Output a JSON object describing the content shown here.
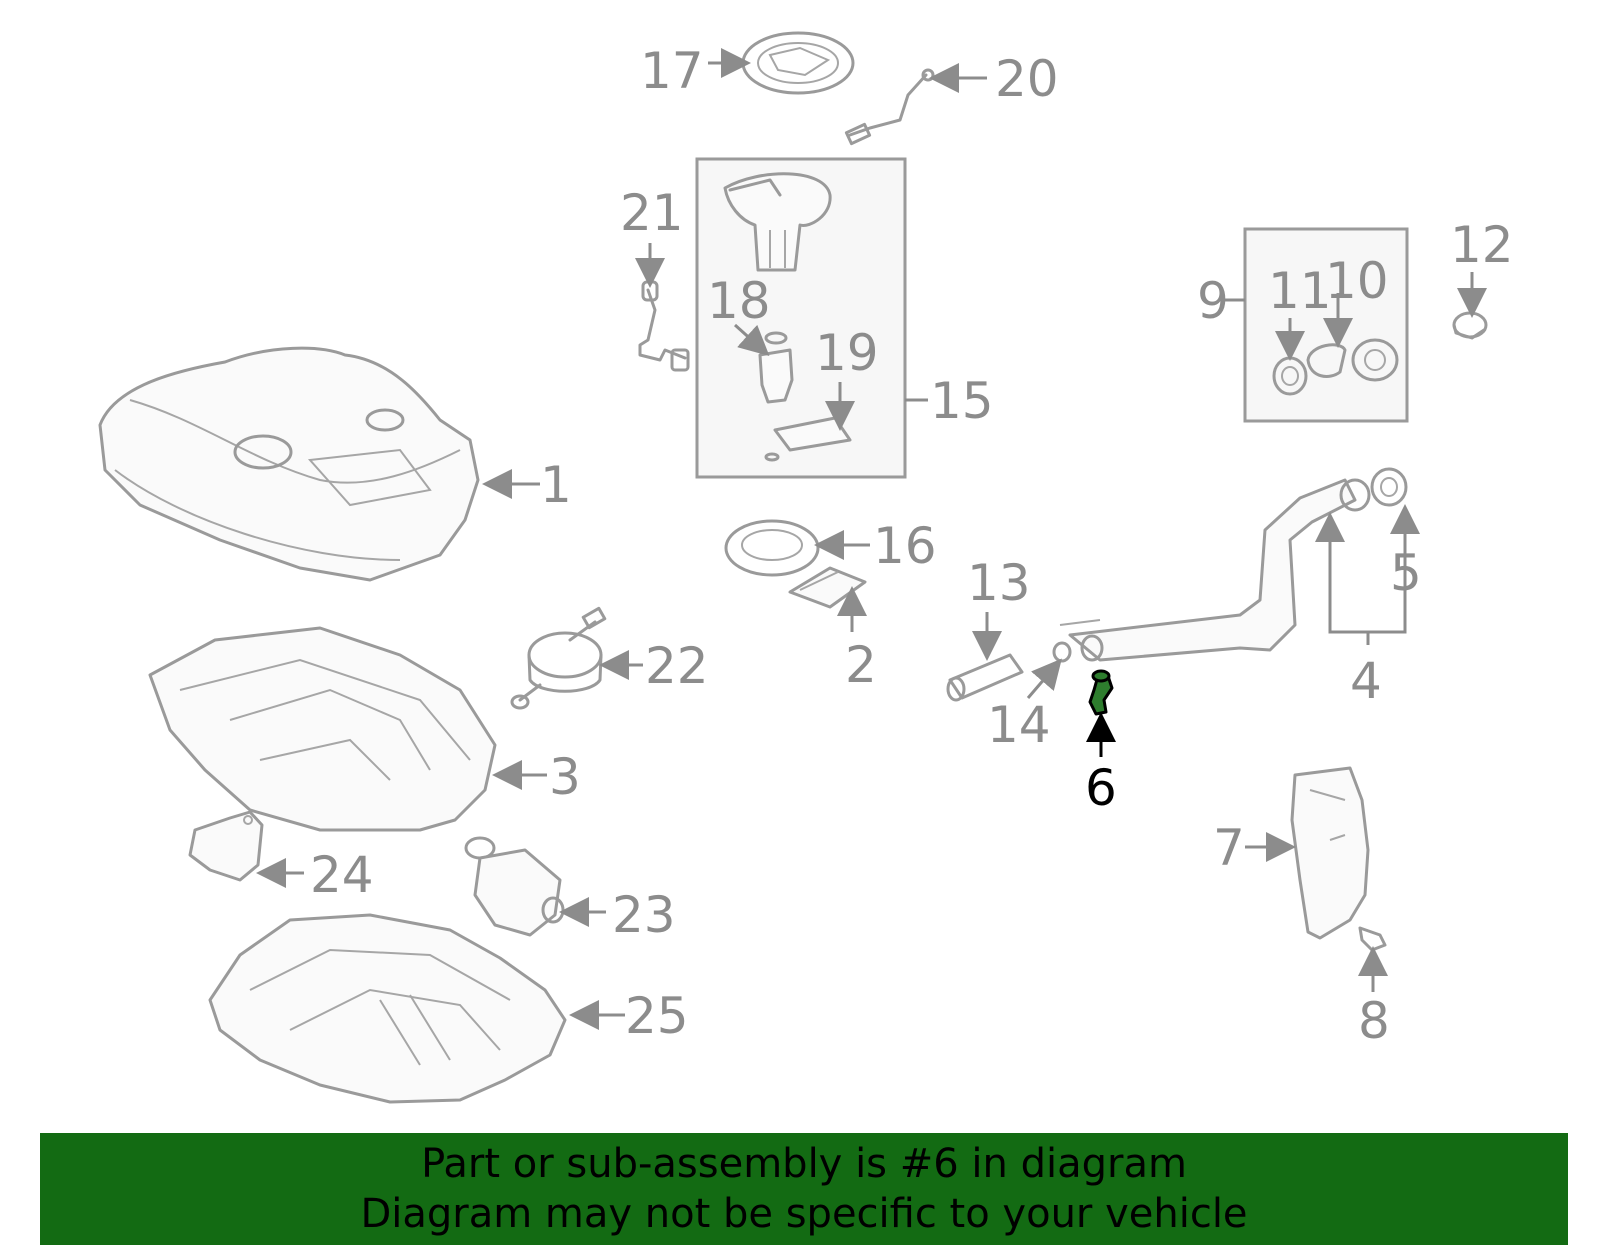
{
  "callouts": {
    "c1": "1",
    "c2": "2",
    "c3": "3",
    "c4": "4",
    "c5": "5",
    "c6": "6",
    "c7": "7",
    "c8": "8",
    "c9": "9",
    "c10": "10",
    "c11": "11",
    "c12": "12",
    "c13": "13",
    "c14": "14",
    "c15": "15",
    "c16": "16",
    "c17": "17",
    "c18": "18",
    "c19": "19",
    "c20": "20",
    "c21": "21",
    "c22": "22",
    "c23": "23",
    "c24": "24",
    "c25": "25"
  },
  "highlight": {
    "part": "6",
    "color": "#136b13"
  },
  "banner": {
    "line1": "Part or sub-assembly is #6 in diagram",
    "line2": "Diagram may not be specific to your vehicle",
    "background": "#136b13"
  }
}
